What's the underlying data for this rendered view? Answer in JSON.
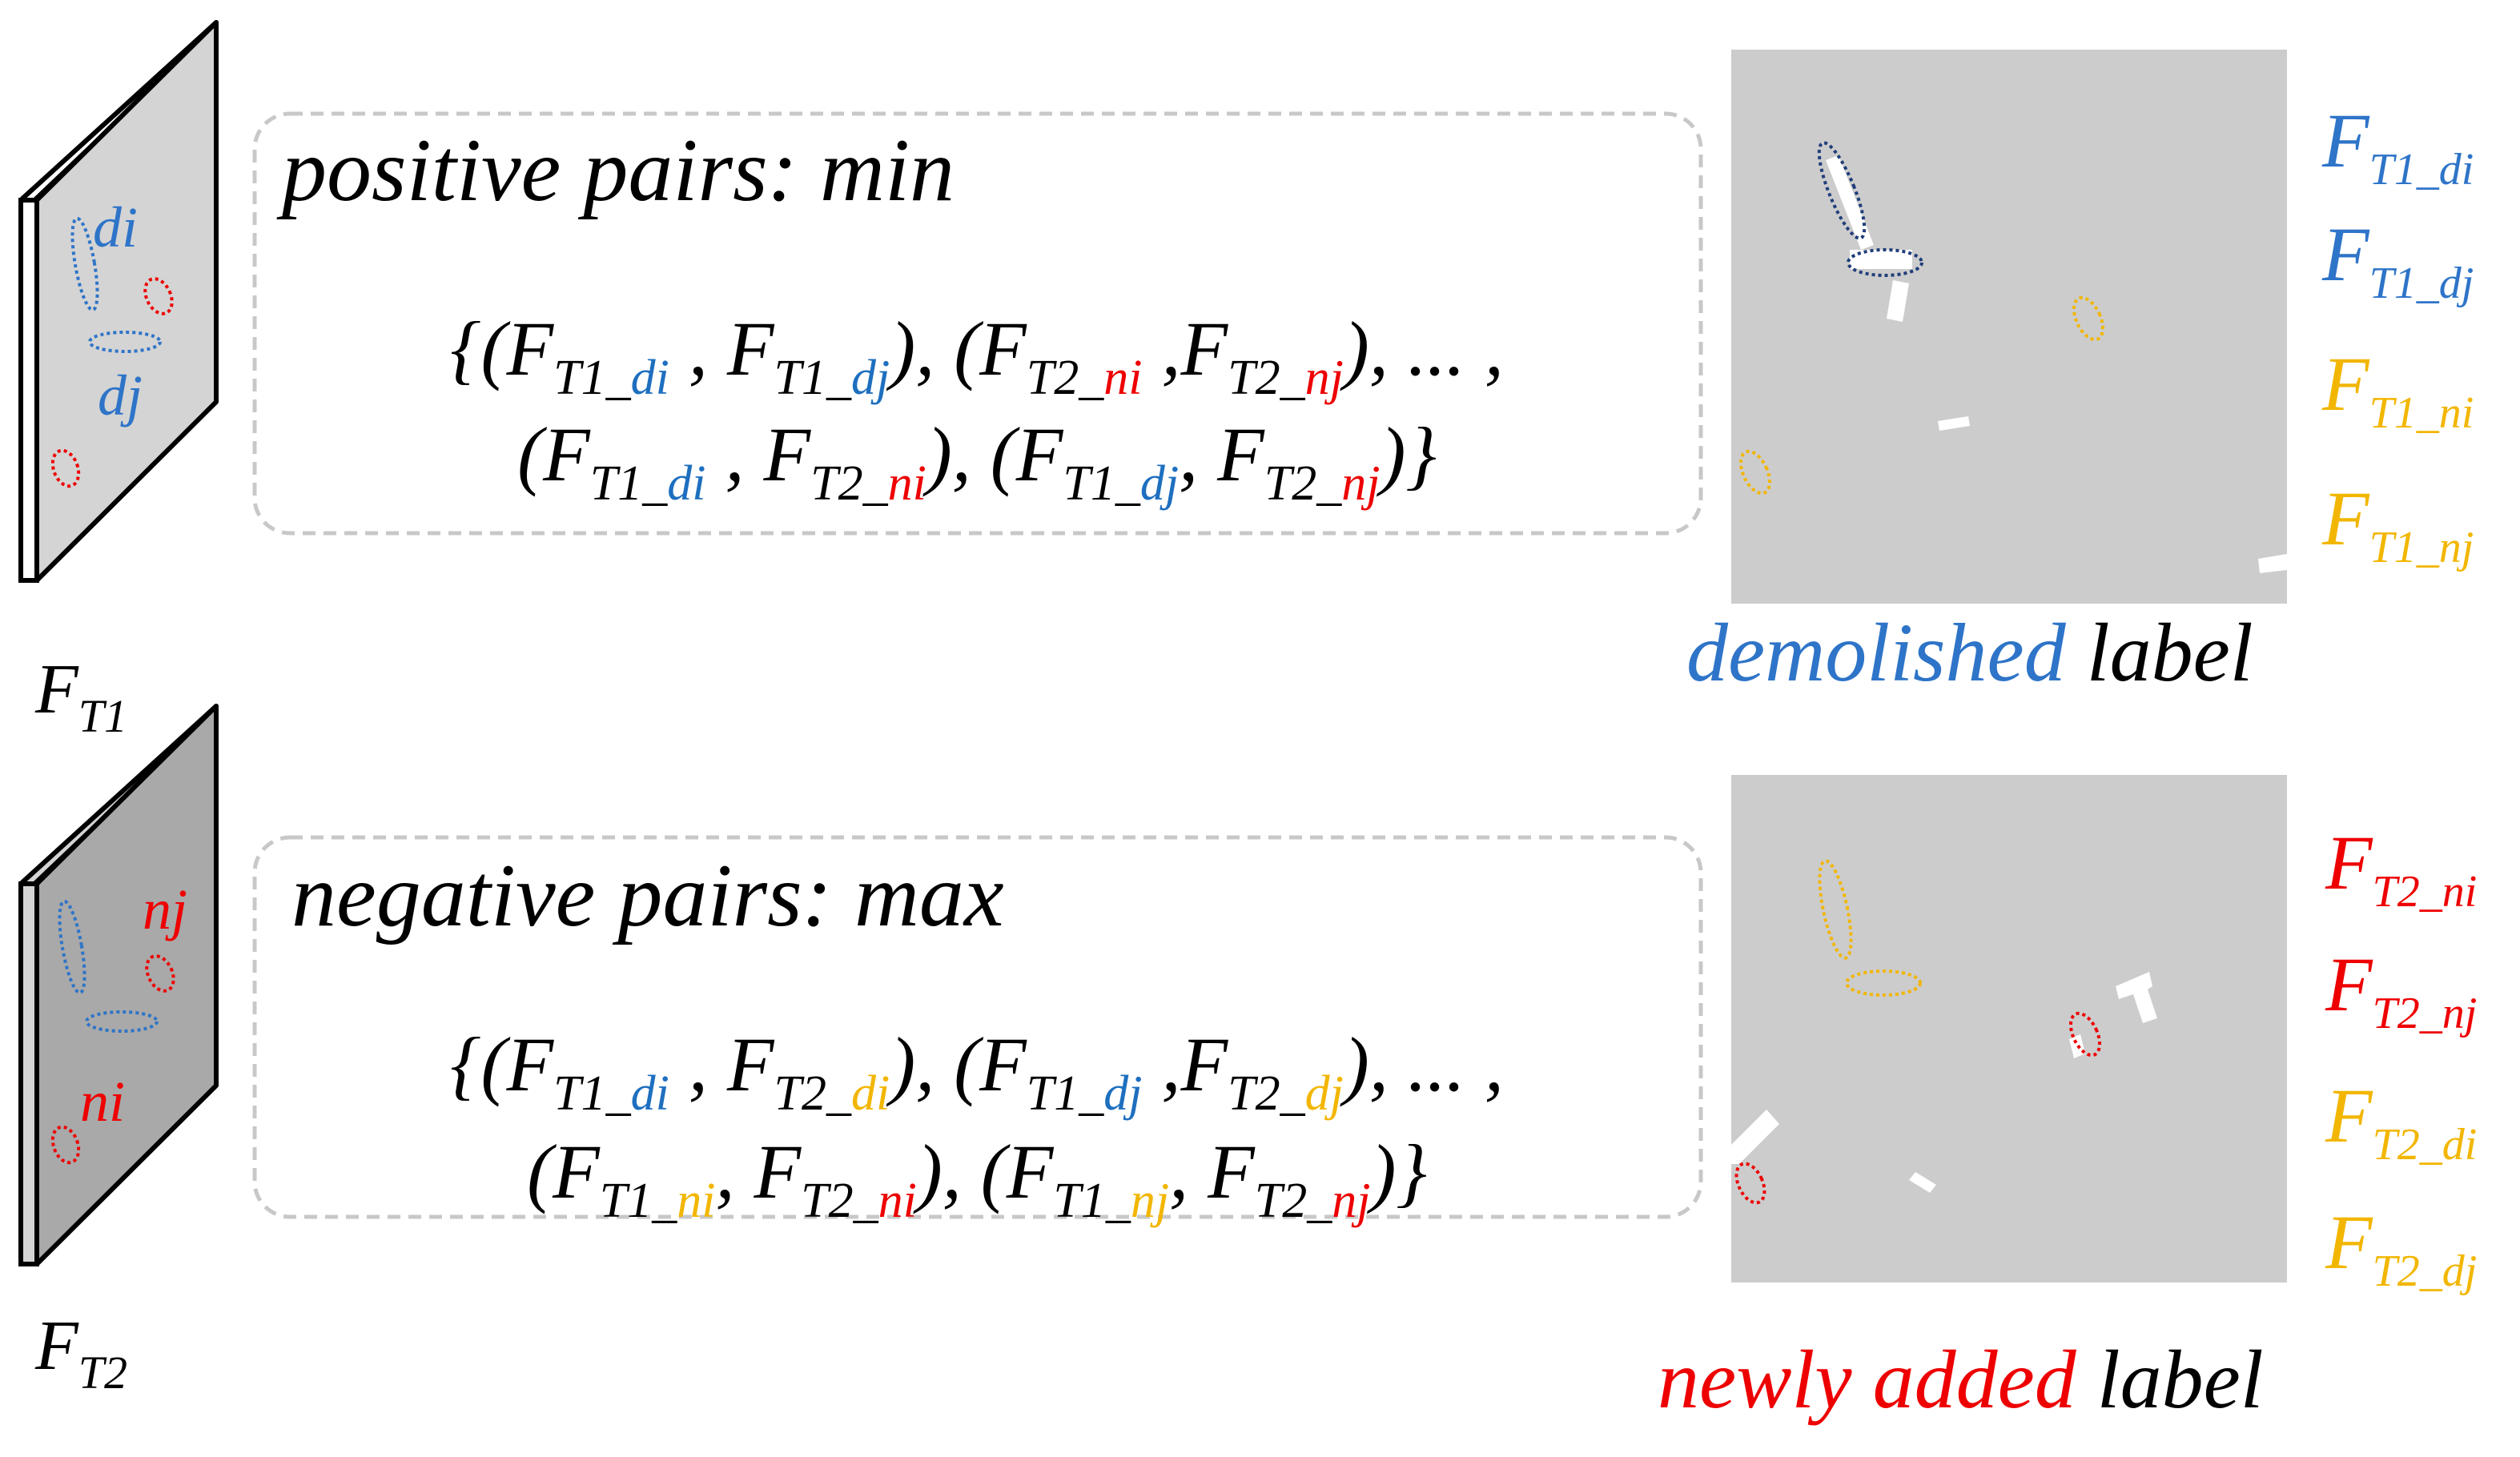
{
  "colors": {
    "black": "#000000",
    "blue": "#2e74c8",
    "formula_blue": "#1e6fbf",
    "red": "#ee0000",
    "orange": "#f2b600",
    "panel_light": "#d4d4d4",
    "panel_dark": "#a9a9a9",
    "label_bg": "#cccccc",
    "dashed_box": "#c8c8c8"
  },
  "feature_maps": {
    "t1": {
      "main": "F",
      "sub": "T1",
      "label_di": "di",
      "label_dj": "dj"
    },
    "t2": {
      "main": "F",
      "sub": "T2",
      "label_nj": "nj",
      "label_ni": "ni"
    }
  },
  "positive_box": {
    "title": "positive pairs: min",
    "line1": [
      {
        "text": "{(F",
        "color": "black",
        "sub": false
      },
      {
        "text": "T1_",
        "color": "black",
        "sub": true
      },
      {
        "text": "di",
        "color": "formula_blue",
        "sub": true
      },
      {
        "text": " , F",
        "color": "black",
        "sub": false
      },
      {
        "text": "T1_",
        "color": "black",
        "sub": true
      },
      {
        "text": "dj",
        "color": "formula_blue",
        "sub": true
      },
      {
        "text": "), (F",
        "color": "black",
        "sub": false
      },
      {
        "text": "T2_",
        "color": "black",
        "sub": true
      },
      {
        "text": "ni",
        "color": "red",
        "sub": true
      },
      {
        "text": " ,F",
        "color": "black",
        "sub": false
      },
      {
        "text": "T2_",
        "color": "black",
        "sub": true
      },
      {
        "text": "nj",
        "color": "red",
        "sub": true
      },
      {
        "text": "), ... ,",
        "color": "black",
        "sub": false
      }
    ],
    "line2": [
      {
        "text": "(F",
        "color": "black",
        "sub": false
      },
      {
        "text": "T1_",
        "color": "black",
        "sub": true
      },
      {
        "text": "di",
        "color": "formula_blue",
        "sub": true
      },
      {
        "text": " , F",
        "color": "black",
        "sub": false
      },
      {
        "text": "T2_",
        "color": "black",
        "sub": true
      },
      {
        "text": "ni",
        "color": "red",
        "sub": true
      },
      {
        "text": "), (F",
        "color": "black",
        "sub": false
      },
      {
        "text": "T1_",
        "color": "black",
        "sub": true
      },
      {
        "text": "dj",
        "color": "formula_blue",
        "sub": true
      },
      {
        "text": ", F",
        "color": "black",
        "sub": false
      },
      {
        "text": "T2_",
        "color": "black",
        "sub": true
      },
      {
        "text": "nj",
        "color": "red",
        "sub": true
      },
      {
        "text": ")}",
        "color": "black",
        "sub": false
      }
    ]
  },
  "negative_box": {
    "title": "negative pairs: max",
    "line1": [
      {
        "text": "{(F",
        "color": "black",
        "sub": false
      },
      {
        "text": "T1_",
        "color": "black",
        "sub": true
      },
      {
        "text": "di",
        "color": "formula_blue",
        "sub": true
      },
      {
        "text": " , F",
        "color": "black",
        "sub": false
      },
      {
        "text": "T2_",
        "color": "black",
        "sub": true
      },
      {
        "text": "di",
        "color": "orange",
        "sub": true
      },
      {
        "text": "), (F",
        "color": "black",
        "sub": false
      },
      {
        "text": "T1_",
        "color": "black",
        "sub": true
      },
      {
        "text": "dj",
        "color": "formula_blue",
        "sub": true
      },
      {
        "text": " ,F",
        "color": "black",
        "sub": false
      },
      {
        "text": "T2_",
        "color": "black",
        "sub": true
      },
      {
        "text": "dj",
        "color": "orange",
        "sub": true
      },
      {
        "text": "), ... ,",
        "color": "black",
        "sub": false
      }
    ],
    "line2": [
      {
        "text": "(F",
        "color": "black",
        "sub": false
      },
      {
        "text": "T1_",
        "color": "black",
        "sub": true
      },
      {
        "text": "ni",
        "color": "orange",
        "sub": true
      },
      {
        "text": ",  F",
        "color": "black",
        "sub": false
      },
      {
        "text": "T2_",
        "color": "black",
        "sub": true
      },
      {
        "text": "ni",
        "color": "red",
        "sub": true
      },
      {
        "text": "), (F",
        "color": "black",
        "sub": false
      },
      {
        "text": "T1_",
        "color": "black",
        "sub": true
      },
      {
        "text": "nj",
        "color": "orange",
        "sub": true
      },
      {
        "text": ", F",
        "color": "black",
        "sub": false
      },
      {
        "text": "T2_",
        "color": "black",
        "sub": true
      },
      {
        "text": "nj",
        "color": "red",
        "sub": true
      },
      {
        "text": ")}",
        "color": "black",
        "sub": false
      }
    ]
  },
  "demolished_label": {
    "caption_colored": "demolished",
    "caption_rest": " label",
    "legend": [
      {
        "main": "F",
        "sub": "T1_di",
        "color": "blue"
      },
      {
        "main": "F",
        "sub": "T1_dj",
        "color": "blue"
      },
      {
        "main": "F",
        "sub": "T1_ni",
        "color": "orange"
      },
      {
        "main": "F",
        "sub": "T1_nj",
        "color": "orange"
      }
    ]
  },
  "added_label": {
    "caption_colored": "newly added",
    "caption_rest": " label",
    "legend": [
      {
        "main": "F",
        "sub": "T2_ni",
        "color": "red"
      },
      {
        "main": "F",
        "sub": "T2_nj",
        "color": "red"
      },
      {
        "main": "F",
        "sub": "T2_di",
        "color": "orange"
      },
      {
        "main": "F",
        "sub": "T2_dj",
        "color": "orange"
      }
    ]
  }
}
